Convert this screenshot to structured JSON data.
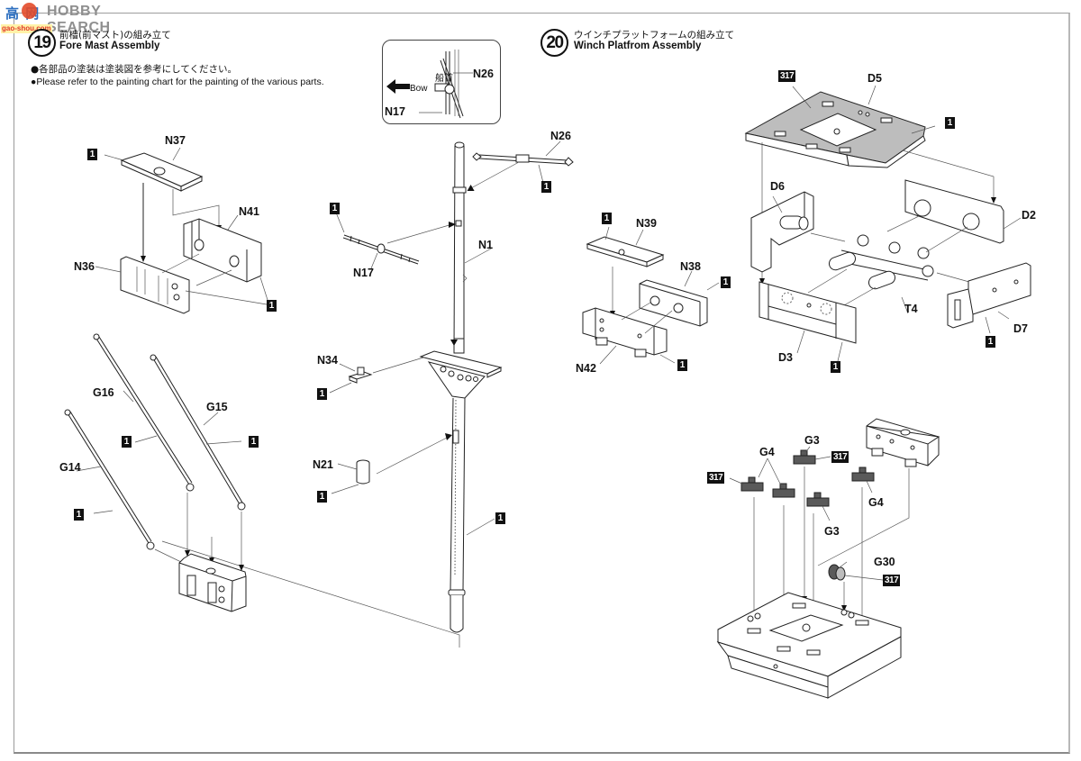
{
  "watermark": {
    "logo": "高 网",
    "brand": "HOBBY SEARCH",
    "site": "gao-shou.com"
  },
  "steps": [
    {
      "number": "19",
      "title_jp": "前檣(前マスト)の組み立て",
      "title_en": "Fore Mast Assembly",
      "notes": [
        "●各部品の塗装は塗装図を参考にしてください。",
        "●Please refer to the painting chart for the painting of the various parts."
      ],
      "inset": {
        "direction_jp": "船首",
        "direction_en": "Bow",
        "arrow_icon": "arrow-left-icon",
        "labels": [
          "N26",
          "N17"
        ]
      },
      "parts": [
        "N37",
        "N41",
        "N36",
        "N26",
        "N17",
        "N1",
        "N34",
        "N21",
        "G16",
        "G15",
        "G14"
      ],
      "color_codes": [
        "1"
      ]
    },
    {
      "number": "20",
      "title_jp": "ウインチプラットフォームの組み立て",
      "title_en": "Winch Platfrom Assembly",
      "parts": [
        "D5",
        "D6",
        "D2",
        "T4",
        "D3",
        "D7",
        "N39",
        "N38",
        "N42",
        "G4",
        "G3",
        "G30"
      ],
      "color_codes": [
        "317",
        "1"
      ]
    }
  ],
  "labels": {
    "n37": "N37",
    "n41": "N41",
    "n36": "N36",
    "n26": "N26",
    "n17": "N17",
    "n1": "N1",
    "n34": "N34",
    "n21": "N21",
    "g16": "G16",
    "g15": "G15",
    "g14": "G14",
    "n39": "N39",
    "n38": "N38",
    "n42": "N42",
    "d5": "D5",
    "d6": "D6",
    "d2": "D2",
    "t4": "T4",
    "d3": "D3",
    "d7": "D7",
    "g4a": "G4",
    "g3a": "G3",
    "g4b": "G4",
    "g3b": "G3",
    "g30": "G30"
  },
  "color_badges": {
    "one": "1",
    "c317": "317"
  }
}
